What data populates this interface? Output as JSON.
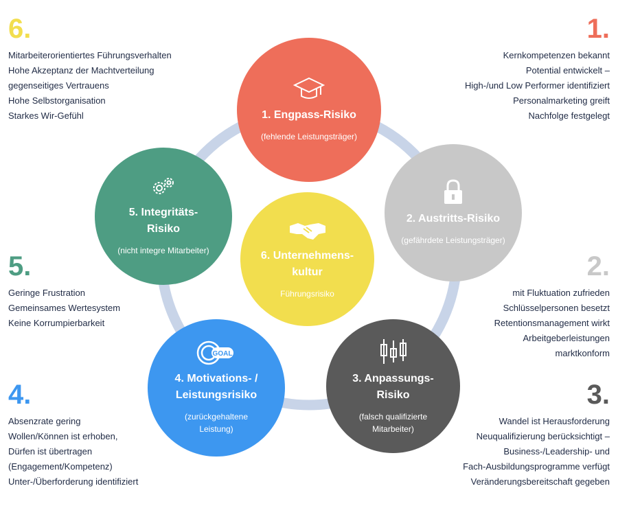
{
  "colors": {
    "c1": "#ee6e5a",
    "c2": "#c8c8c8",
    "c3": "#5a5a5a",
    "c4": "#3d97f0",
    "c5": "#4e9d83",
    "c6": "#f2de4e",
    "ring": "#c8d4e8"
  },
  "corners": {
    "n1": {
      "number": "1.",
      "lines": [
        "Kernkompetenzen bekannt",
        "Potential entwickelt –",
        "High-/und Low Performer identifiziert",
        "Personalmarketing greift",
        "Nachfolge festgelegt"
      ]
    },
    "n2": {
      "number": "2.",
      "lines": [
        "mit Fluktuation zufrieden",
        "Schlüsselpersonen besetzt",
        "Retentionsmanagement wirkt",
        "Arbeitgeberleistungen",
        "marktkonform"
      ]
    },
    "n3": {
      "number": "3.",
      "lines": [
        "Wandel ist Herausforderung",
        "Neuqualifizierung berücksichtigt –",
        "Business-/Leadership- und",
        "Fach-Ausbildungsprogramme verfügt",
        "Veränderungsbereitschaft gegeben"
      ]
    },
    "n4": {
      "number": "4.",
      "lines": [
        "Absenzrate gering",
        "Wollen/Können ist erhoben,",
        "Dürfen ist übertragen",
        "(Engagement/Kompetenz)",
        "Unter-/Überforderung identifiziert"
      ]
    },
    "n5": {
      "number": "5.",
      "lines": [
        "Geringe Frustration",
        "Gemeinsames Wertesystem",
        "Keine Korrumpierbarkeit"
      ]
    },
    "n6": {
      "number": "6.",
      "lines": [
        "Mitarbeiterorientiertes Führungsverhalten",
        "Hohe Akzeptanz der Machtverteilung",
        "gegenseitiges Vertrauens",
        "Hohe Selbstorganisation",
        "Starkes Wir-Gefühl"
      ]
    }
  },
  "circles": {
    "c1": {
      "title": [
        "1. Engpass-Risiko"
      ],
      "sub": [
        "(fehlende Leistungsträger)"
      ],
      "icon": "graduation-cap-icon"
    },
    "c2": {
      "title": [
        "2.  Austritts-Risiko"
      ],
      "sub": [
        "(gefährdete Leistungsträger)"
      ],
      "icon": "lock-icon"
    },
    "c3": {
      "title": [
        "3. Anpassungs-",
        "Risiko"
      ],
      "sub": [
        "(falsch qualifizierte",
        "Mitarbeiter)"
      ],
      "icon": "candlestick-icon"
    },
    "c4": {
      "title": [
        "4. Motivations- /",
        "Leistungsrisiko"
      ],
      "sub": [
        "(zurückgehaltene",
        "Leistung)"
      ],
      "icon": "goal-target-icon",
      "icon_text": "GOAL"
    },
    "c5": {
      "title": [
        "5. Integritäts-",
        "Risiko"
      ],
      "sub": [
        "(nicht integre Mitarbeiter)"
      ],
      "icon": "gears-icon"
    },
    "c6": {
      "title": [
        "6. Unternehmens-",
        "kultur"
      ],
      "sub": [
        "Führungsrisiko"
      ],
      "icon": "handshake-icon"
    }
  }
}
